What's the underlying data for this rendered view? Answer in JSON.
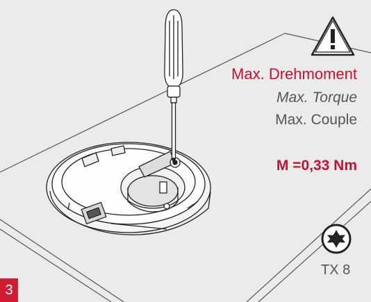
{
  "instruction": {
    "step_number": "3",
    "torque_title_de": "Max. Drehmoment",
    "torque_title_en": "Max. Torque",
    "torque_title_fr": "Max. Couple",
    "torque_value": "M =0,33 Nm",
    "tool_size": "TX 8"
  },
  "icons": {
    "warning": "warning-triangle-icon",
    "tool_bit": "torx-bit-icon",
    "tool": "screwdriver-icon"
  },
  "colors": {
    "accent": "#c8102e",
    "badge": "#d11d33",
    "text": "#555555",
    "background": "#ebebeb"
  }
}
